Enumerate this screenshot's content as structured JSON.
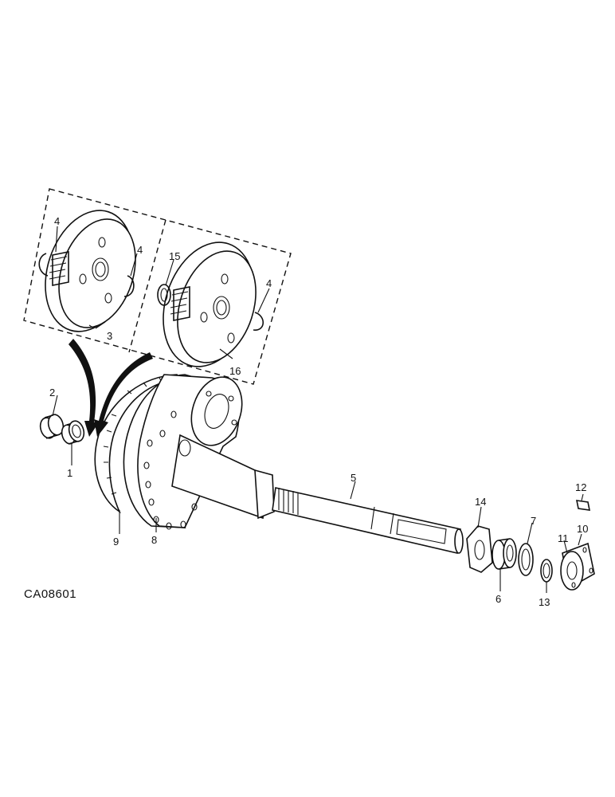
{
  "figure_code": "CA08601",
  "callouts": {
    "c1": "1",
    "c2": "2",
    "c3": "3",
    "c4a": "4",
    "c4b": "4",
    "c4c": "4",
    "c5": "5",
    "c6": "6",
    "c7": "7",
    "c8": "8",
    "c9": "9",
    "c10": "10",
    "c11": "11",
    "c12": "12",
    "c13": "13",
    "c14": "14",
    "c15": "15",
    "c16": "16"
  }
}
